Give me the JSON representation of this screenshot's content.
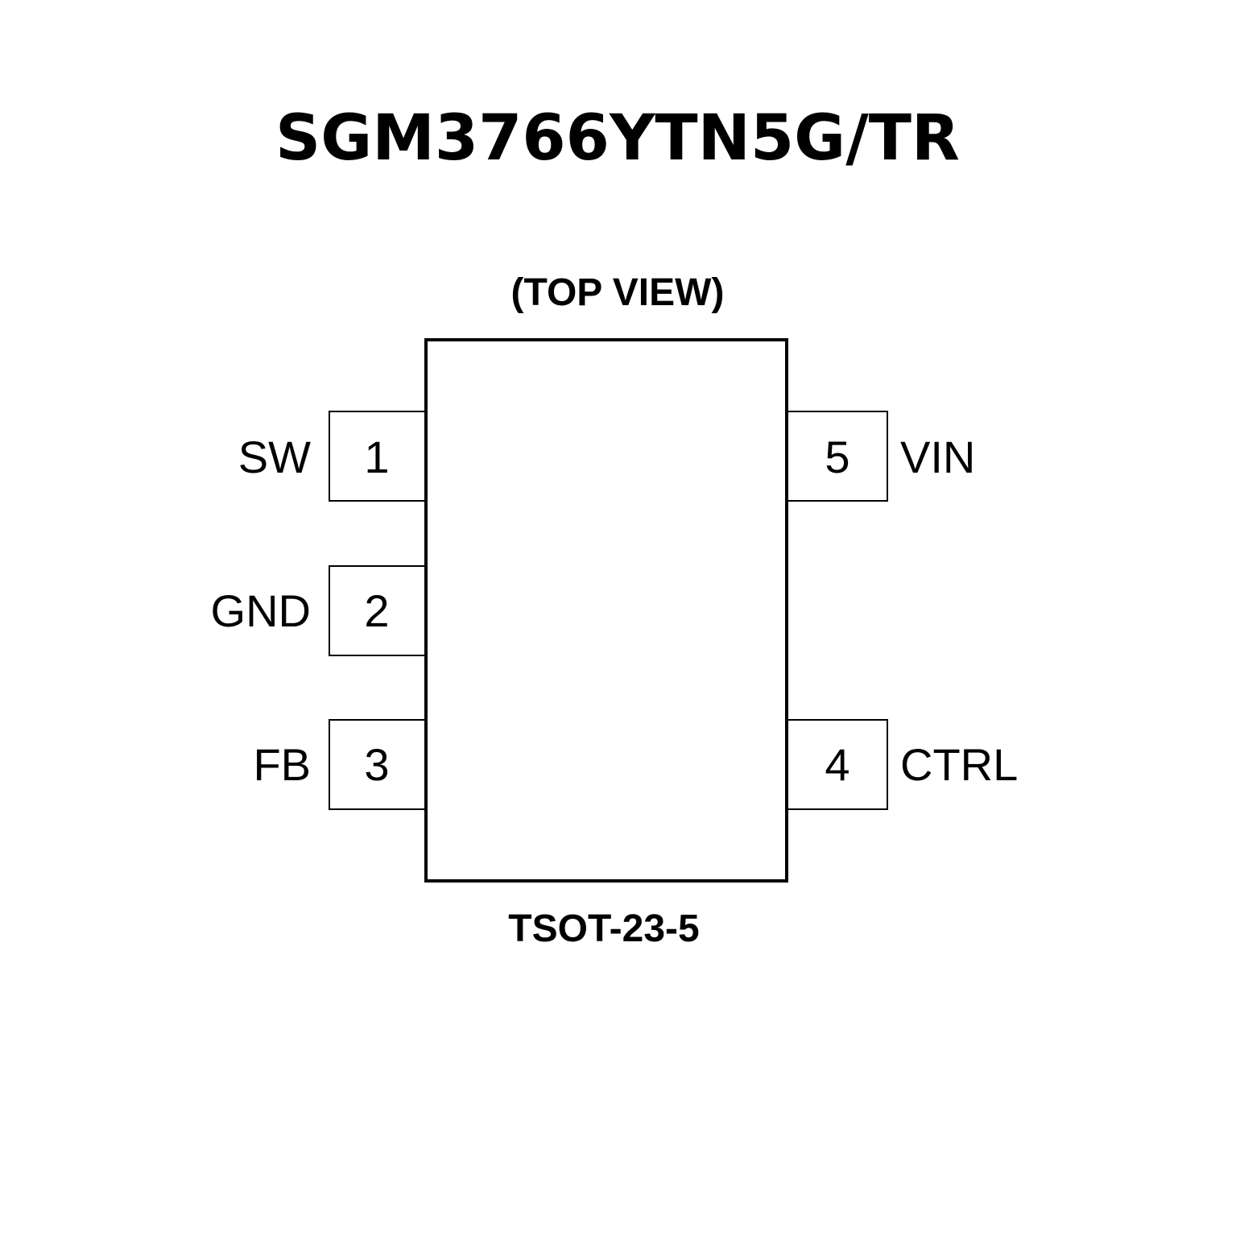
{
  "title": "SGM3766YTN5G/TR",
  "view_label": "(TOP VIEW)",
  "package": "TSOT-23-5",
  "pins": [
    {
      "number": "1",
      "name": "SW",
      "side": "left"
    },
    {
      "number": "2",
      "name": "GND",
      "side": "left"
    },
    {
      "number": "3",
      "name": "FB",
      "side": "left"
    },
    {
      "number": "4",
      "name": "CTRL",
      "side": "right"
    },
    {
      "number": "5",
      "name": "VIN",
      "side": "right"
    }
  ],
  "colors": {
    "stroke": "#000000",
    "background": "#ffffff"
  }
}
